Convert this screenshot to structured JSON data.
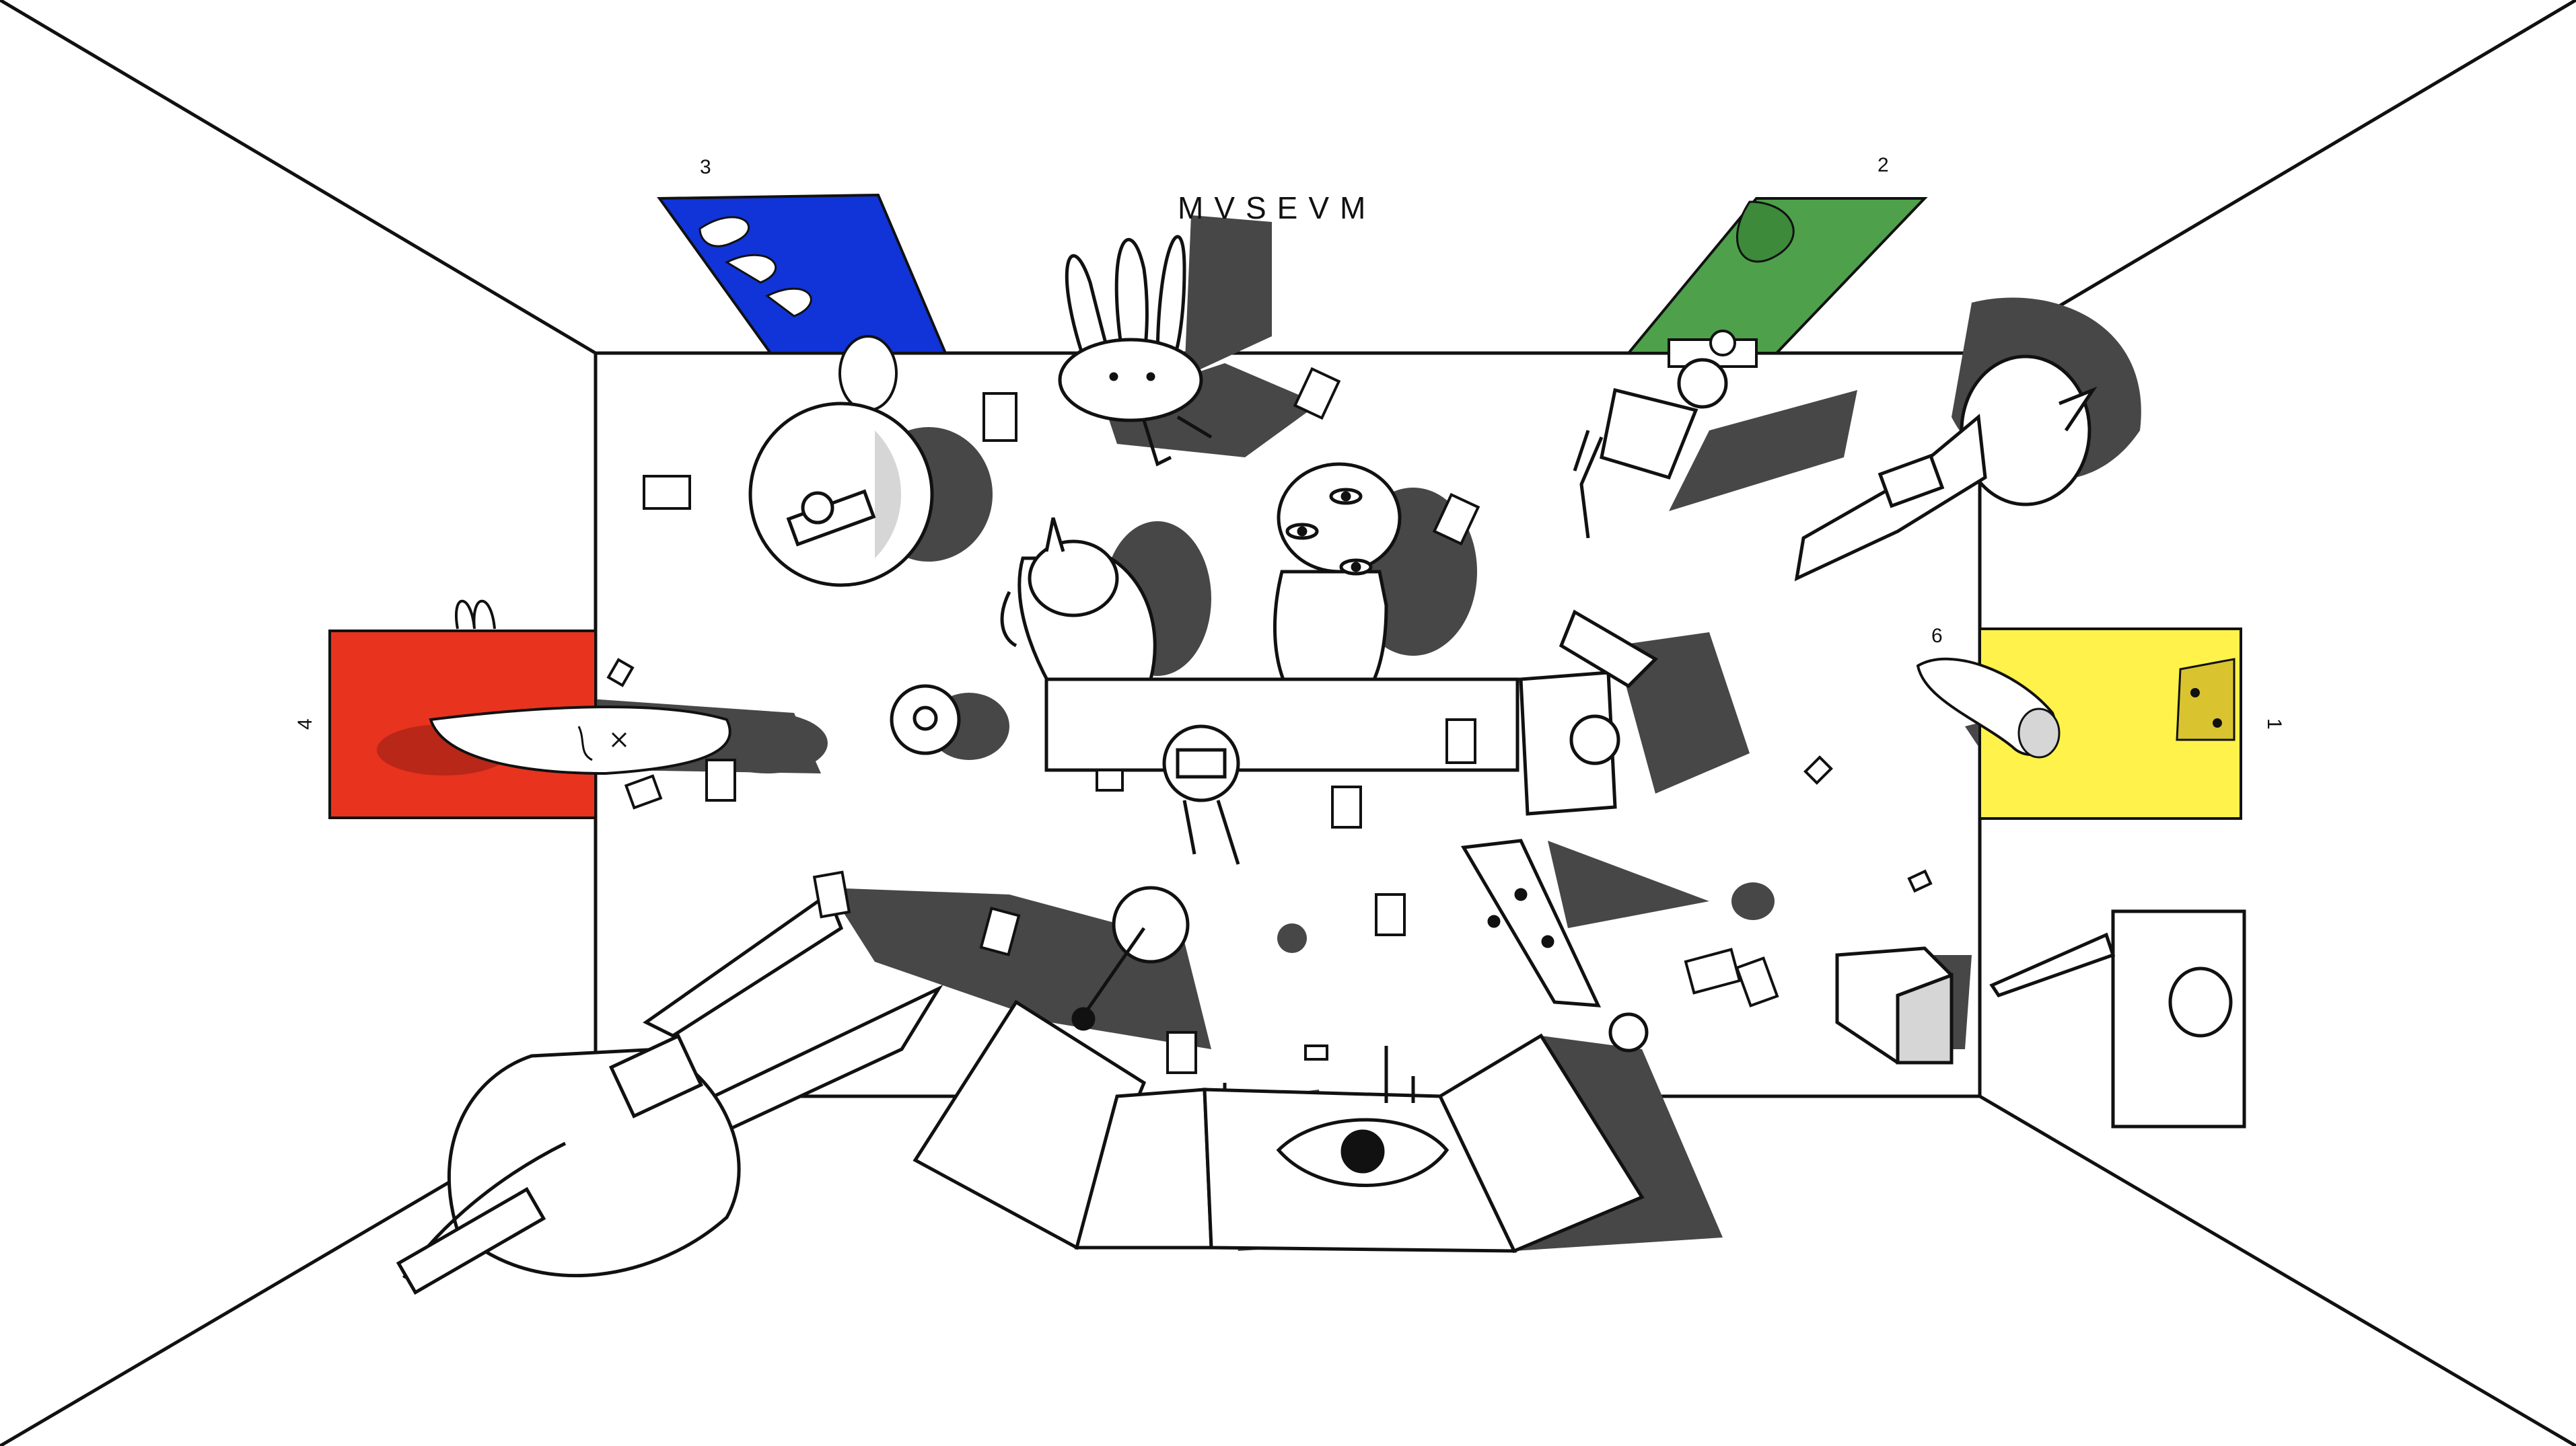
{
  "scene": {
    "sign": "MVSEVM",
    "painting_numbers": {
      "one": "1",
      "two": "2",
      "three": "3",
      "four": "4"
    },
    "pedestal_number": "6"
  },
  "colors": {
    "ink": "#111111",
    "shadow": "#474747",
    "figure_shade": "#d6d6d6",
    "blue": "#1034d8",
    "green": "#4ea04b",
    "red": "#e8331f",
    "yellow": "#fff24a",
    "paper": "#ffffff"
  }
}
